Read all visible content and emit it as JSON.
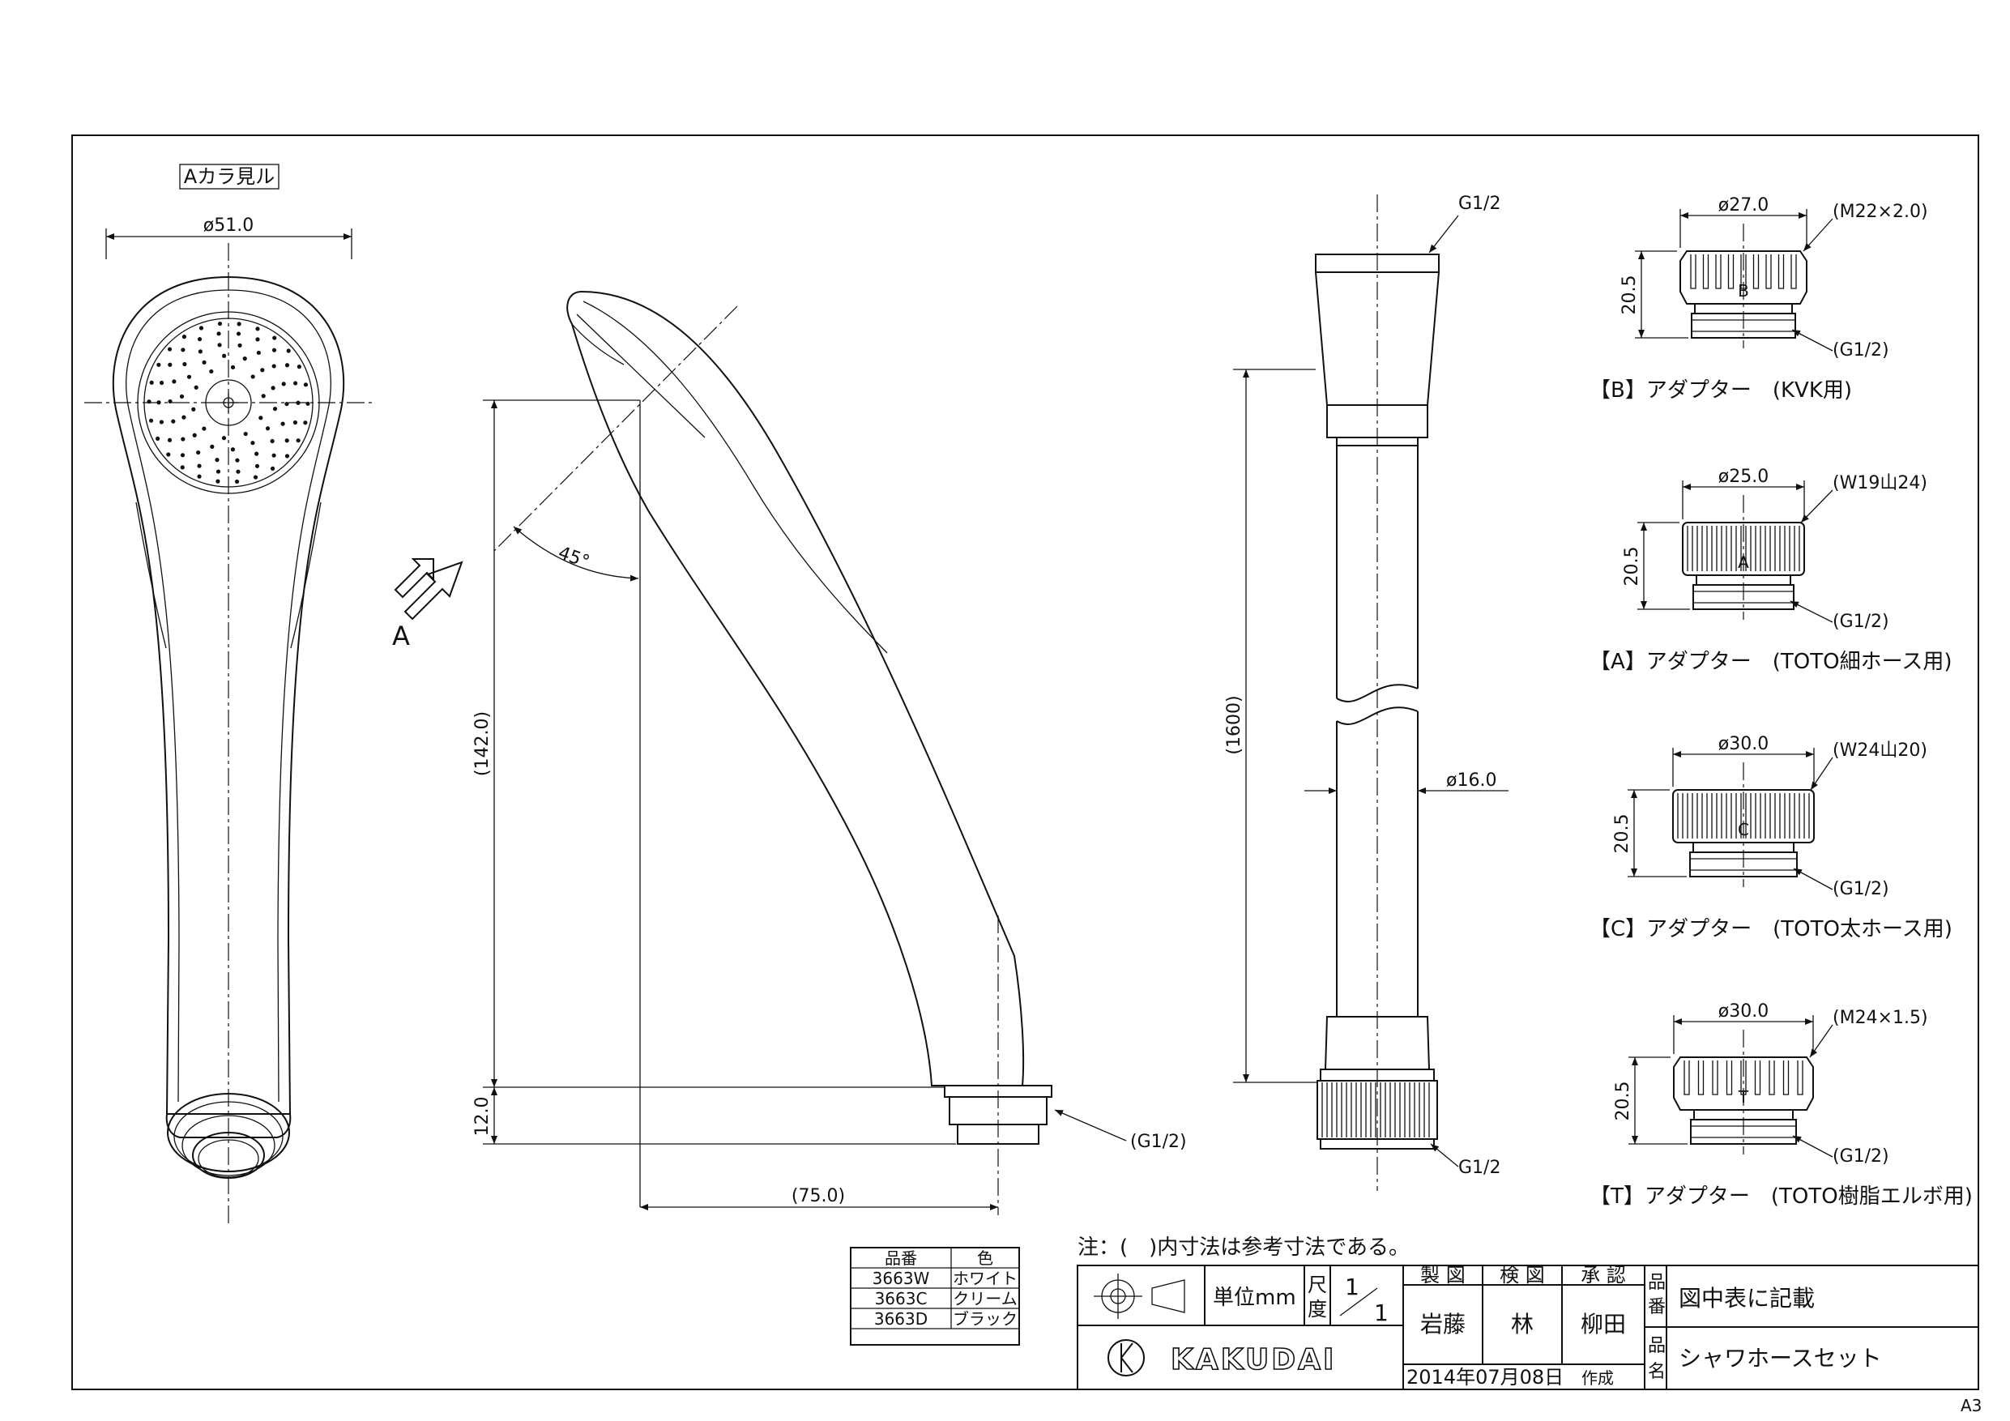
{
  "view_label": "Aカラ見ル",
  "arrow_label": "A",
  "dims": {
    "head_width": "ø51.0",
    "angle": "45°",
    "height": "(142.0)",
    "neck": "12.0",
    "reach": "(75.0)",
    "inlet": "(G1/2)",
    "hose_top": "G1/2",
    "hose_bottom": "G1/2",
    "hose_length": "(1600)",
    "hose_dia": "ø16.0"
  },
  "adapters": [
    {
      "dia": "ø27.0",
      "thread": "(M22×2.0)",
      "height": "20.5",
      "inlet": "(G1/2)",
      "mark": "B",
      "title": "【B】アダプター　(KVK用)"
    },
    {
      "dia": "ø25.0",
      "thread": "(W19山24)",
      "height": "20.5",
      "inlet": "(G1/2)",
      "mark": "A",
      "title": "【A】アダプター　(TOTO細ホース用)"
    },
    {
      "dia": "ø30.0",
      "thread": "(W24山20)",
      "height": "20.5",
      "inlet": "(G1/2)",
      "mark": "C",
      "title": "【C】アダプター　(TOTO太ホース用)"
    },
    {
      "dia": "ø30.0",
      "thread": "(M24×1.5)",
      "height": "20.5",
      "inlet": "(G1/2)",
      "mark": "T",
      "title": "【T】アダプター　(TOTO樹脂エルボ用)"
    }
  ],
  "note": "注：(　)内寸法は参考寸法である。",
  "color_table": {
    "headers": [
      "品番",
      "色"
    ],
    "rows": [
      [
        "3663W",
        "ホワイト"
      ],
      [
        "3663C",
        "クリーム"
      ],
      [
        "3663D",
        "ブラック"
      ]
    ]
  },
  "title_block": {
    "unit": "単位mm",
    "scale_label": "尺度",
    "scale_num": "1",
    "scale_den": "1",
    "drawn_label": "製 図",
    "checked_label": "検 図",
    "approved_label": "承 認",
    "drawn": "岩藤",
    "checked": "林",
    "approved": "柳田",
    "part_no_label": "品番",
    "part_no": "図中表に記載",
    "name_label": "品名",
    "name": "シャワホースセット",
    "date": "2014年07月08日",
    "date_suffix": "作成",
    "company": "KAKUDAI"
  },
  "sheet_size": "A3"
}
